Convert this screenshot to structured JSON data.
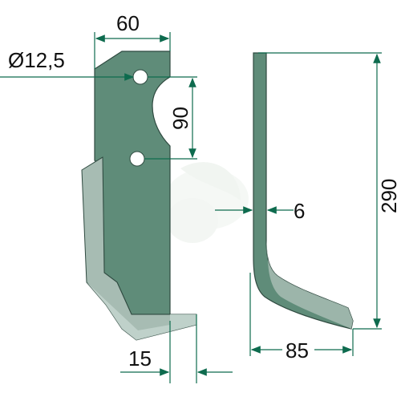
{
  "colors": {
    "blade_face": "#5f8c79",
    "blade_edge": "#a7bcb3",
    "blade_light": "#c6d6cf",
    "outline": "#2f4a40",
    "dimension_line": "#0e6b4e",
    "text": "#111111",
    "watermark": "#e8efe8"
  },
  "dimensions": {
    "width_top": "60",
    "hole_diameter": "Ø12,5",
    "hole_spacing": "90",
    "bend_width": "15",
    "thickness": "6",
    "height": "290",
    "side_depth": "85"
  },
  "icons": {
    "watermark": "logo-watermark-icon"
  }
}
